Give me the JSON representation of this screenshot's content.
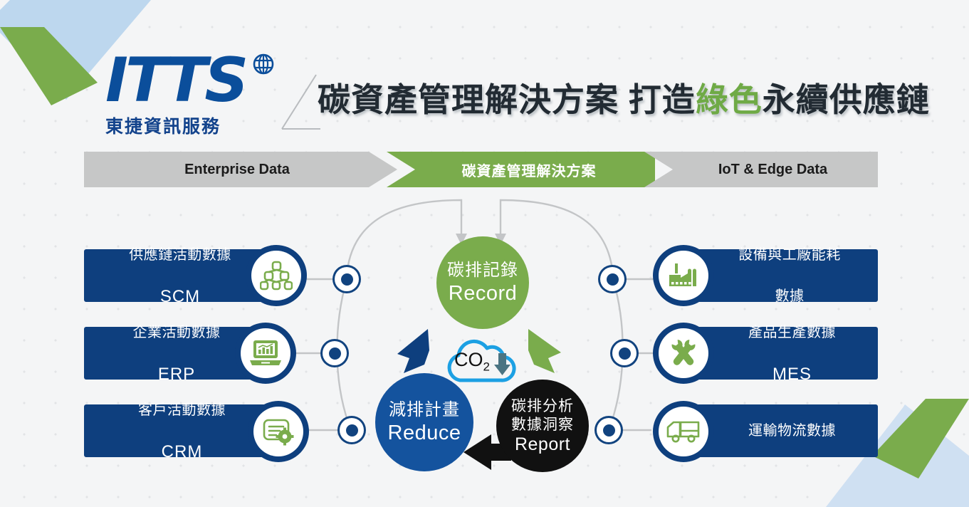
{
  "brand": {
    "logo_word": "ITTS",
    "logo_sub": "東捷資訊服務",
    "globe_icon": "globe-icon",
    "blue": "#0e3f7e",
    "green": "#7aac4c",
    "gray": "#c6c7c7",
    "black": "#111111",
    "cyan": "#1ca0e3"
  },
  "headline": {
    "part1": "碳資產管理解決方案 打造",
    "highlight": "綠色",
    "part2": "永續供應鏈"
  },
  "band": {
    "left_label": "Enterprise Data",
    "center_label": "碳資產管理解決方案",
    "right_label": "IoT & Edge Data"
  },
  "left_cards": [
    {
      "cn": "供應鏈活動數據",
      "code": "SCM",
      "icon": "network-hierarchy-icon"
    },
    {
      "cn": "企業活動數據",
      "code": "ERP",
      "icon": "laptop-chart-icon"
    },
    {
      "cn": "客戶活動數據",
      "code": "CRM",
      "icon": "card-gear-icon"
    }
  ],
  "right_cards": [
    {
      "cn": "設備與工廠能耗",
      "code": "數據",
      "icon": "factory-icon"
    },
    {
      "cn": "產品生產數據",
      "code": "MES",
      "icon": "crossed-wrenches-icon"
    },
    {
      "cn": "運輸物流數據",
      "code": "",
      "icon": "delivery-truck-icon"
    }
  ],
  "center": {
    "record": {
      "cn": "碳排記錄",
      "en": "Record",
      "color": "#7aac4c"
    },
    "reduce": {
      "cn": "減排計畫",
      "en": "Reduce",
      "color": "#14539e"
    },
    "report": {
      "cn1": "碳排分析",
      "cn2": "數據洞察",
      "en": "Report",
      "color": "#111111"
    },
    "co2": {
      "label": "CO",
      "subscript": "2",
      "icon": "co2-cloud-down-arrow-icon"
    }
  }
}
